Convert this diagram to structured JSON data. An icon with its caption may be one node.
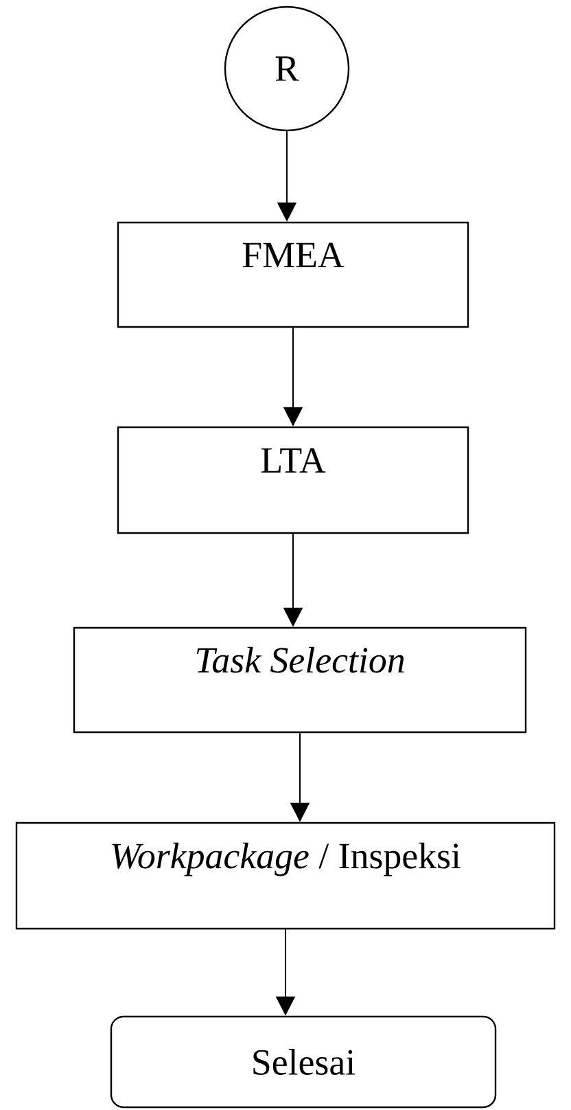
{
  "diagram": {
    "nodes": [
      {
        "text": [
          "R"
        ]
      },
      {
        "text": [
          "FMEA"
        ]
      },
      {
        "text": [
          "LTA"
        ]
      },
      {
        "text": [
          "Task Selection"
        ]
      },
      {
        "text": [
          "*Workpackage* / Inspeksi"
        ]
      },
      {
        "text": [
          "Selesai"
        ]
      }
    ],
    "edges": [
      {
        "from": 0,
        "to": 1,
        "arrow": "to"
      },
      {
        "from": 1,
        "to": 2,
        "arrow": "to"
      },
      {
        "from": 2,
        "to": 3,
        "arrow": "to"
      },
      {
        "from": 3,
        "to": 4,
        "arrow": "to"
      },
      {
        "from": 4,
        "to": 5,
        "arrow": "to"
      }
    ]
  }
}
